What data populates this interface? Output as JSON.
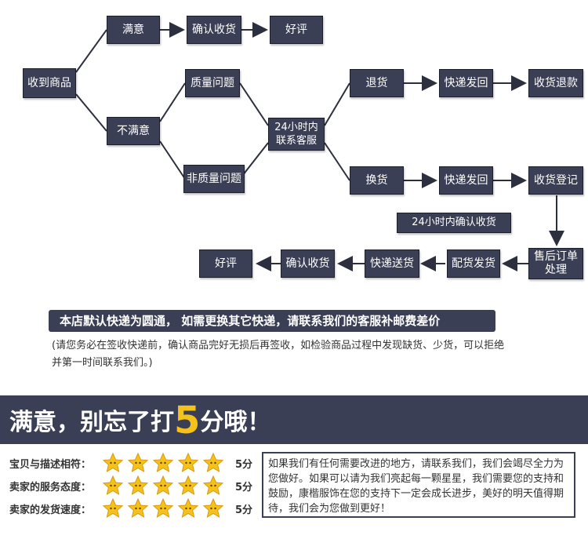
{
  "flow": {
    "receive": "收到商品",
    "satisfied": "满意",
    "confirm_top": "确认收货",
    "good_review_top": "好评",
    "unsatisfied": "不满意",
    "quality_issue": "质量问题",
    "non_quality_issue": "非质量问题",
    "contact_service": "24小时内联系客服",
    "return": "退货",
    "express_back_1": "快递发回",
    "refund": "收货退款",
    "exchange": "换货",
    "express_back_2": "快递发回",
    "receive_register": "收货登记",
    "confirm_24h": "24小时内确认收货",
    "after_sales": "售后订单处理",
    "ship": "配货发货",
    "express_send": "快递送货",
    "confirm_bottom": "确认收货",
    "good_review_bottom": "好评"
  },
  "banner": "本店默认快递为圆通， 如需更换其它快递，请联系我们的客服补邮费差价",
  "note": "(请您务必在签收快递前，确认商品完好无损后再签收，如检验商品过程中发现缺货、少货，可以拒绝并第一时间联系我们。)",
  "band": {
    "prefix": "满意，别忘了打",
    "number": "5",
    "suffix": "分哦！"
  },
  "ratings": [
    {
      "label": "宝贝与描述相符：",
      "stars": 5,
      "score": "5分"
    },
    {
      "label": "卖家的服务态度：",
      "stars": 5,
      "score": "5分"
    },
    {
      "label": "卖家的发货速度：",
      "stars": 5,
      "score": "5分"
    }
  ],
  "message": "如果我们有任何需要改进的地方，请联系我们，我们会竭尽全力为您做好。如果可以请为我们亮起每一颗星星，我们需要您的支持和鼓励，康楷服饰在您的支持下一定会成长进步，美好的明天值得期待，我们会为您做到更好！",
  "colors": {
    "node": "#3b3f55",
    "star": "#f4c21a",
    "accent": "#f4c21a"
  }
}
